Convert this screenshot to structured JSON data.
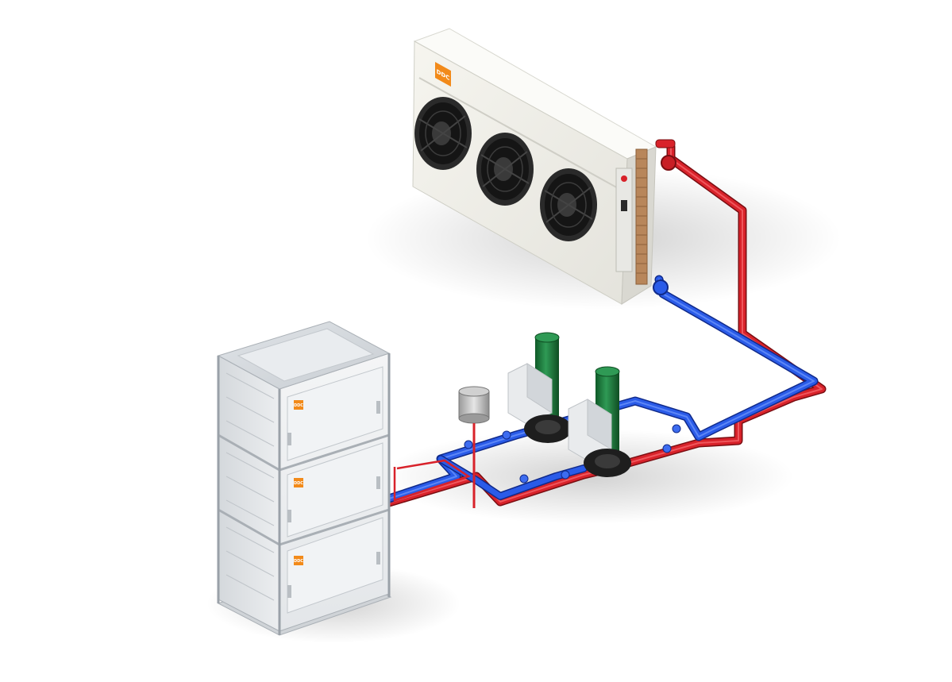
{
  "scene": {
    "logo_text": "DDC",
    "colors": {
      "background": "#ffffff",
      "hot_pipe": "#d8222a",
      "cold_pipe": "#2a5be8",
      "pump_tank": "#1f7a3a",
      "logo": "#f28a1a",
      "fan": "#1e1e1e",
      "cabinet": "#eef0f2"
    },
    "components": [
      "dry-cooler",
      "pump-station",
      "expansion-tank",
      "rack-cabinet"
    ]
  }
}
